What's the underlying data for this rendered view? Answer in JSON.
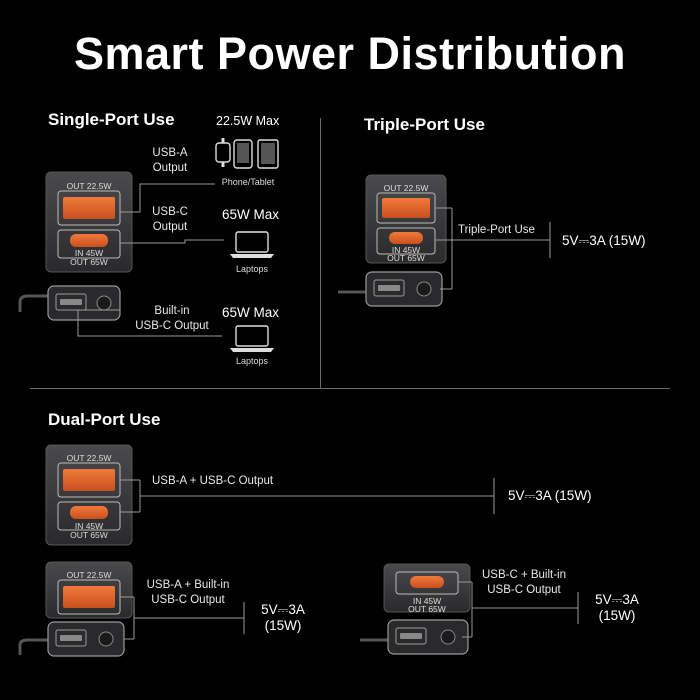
{
  "title": "Smart Power Distribution",
  "colors": {
    "background": "#000000",
    "port_orange": "#e0652b",
    "line": "#9a9a9a",
    "device_body": "#3a3a3c"
  },
  "single_port": {
    "heading": "Single-Port Use",
    "usb_a_max": "22.5W Max",
    "usb_a_label": "USB-A\nOutput",
    "usb_a_device": "Phone/Tablet",
    "usb_c_label": "USB-C\nOutput",
    "usb_c_max": "65W Max",
    "usb_c_device": "Laptops",
    "builtin_label": "Built-in\nUSB-C Output",
    "builtin_max": "65W Max",
    "builtin_device": "Laptops"
  },
  "triple_port": {
    "heading": "Triple-Port Use",
    "label": "Triple-Port Use",
    "output": "5V⎓3A (15W)"
  },
  "dual_port": {
    "heading": "Dual-Port Use",
    "combo1_label": "USB-A + USB-C Output",
    "combo1_output": "5V⎓3A (15W)",
    "combo2_label": "USB-A + Built-in\nUSB-C Output",
    "combo2_output": "5V⎓3A\n(15W)",
    "combo3_label": "USB-C + Built-in\nUSB-C Output",
    "combo3_output": "5V⎓3A\n(15W)"
  },
  "charger": {
    "out_top": "OUT 22.5W",
    "in_label": "IN 45W",
    "out_bottom": "OUT 65W"
  },
  "icons": [
    "watch-icon",
    "phone-icon",
    "tablet-icon",
    "laptop-icon",
    "charger-icon",
    "cable-icon"
  ]
}
